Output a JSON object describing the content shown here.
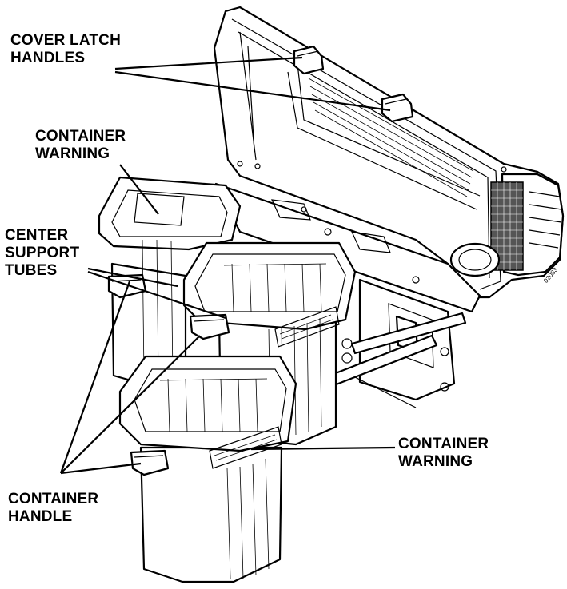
{
  "labels": {
    "cover_latch_handles": [
      "COVER LATCH",
      "HANDLES"
    ],
    "container_warning_top": [
      "CONTAINER",
      "WARNING"
    ],
    "center_support_tubes": [
      "CENTER",
      "SUPPORT",
      "TUBES"
    ],
    "container_warning_right": [
      "CONTAINER",
      "WARNING"
    ],
    "container_handle": [
      "CONTAINER",
      "HANDLE"
    ]
  },
  "figure_number": "02083"
}
